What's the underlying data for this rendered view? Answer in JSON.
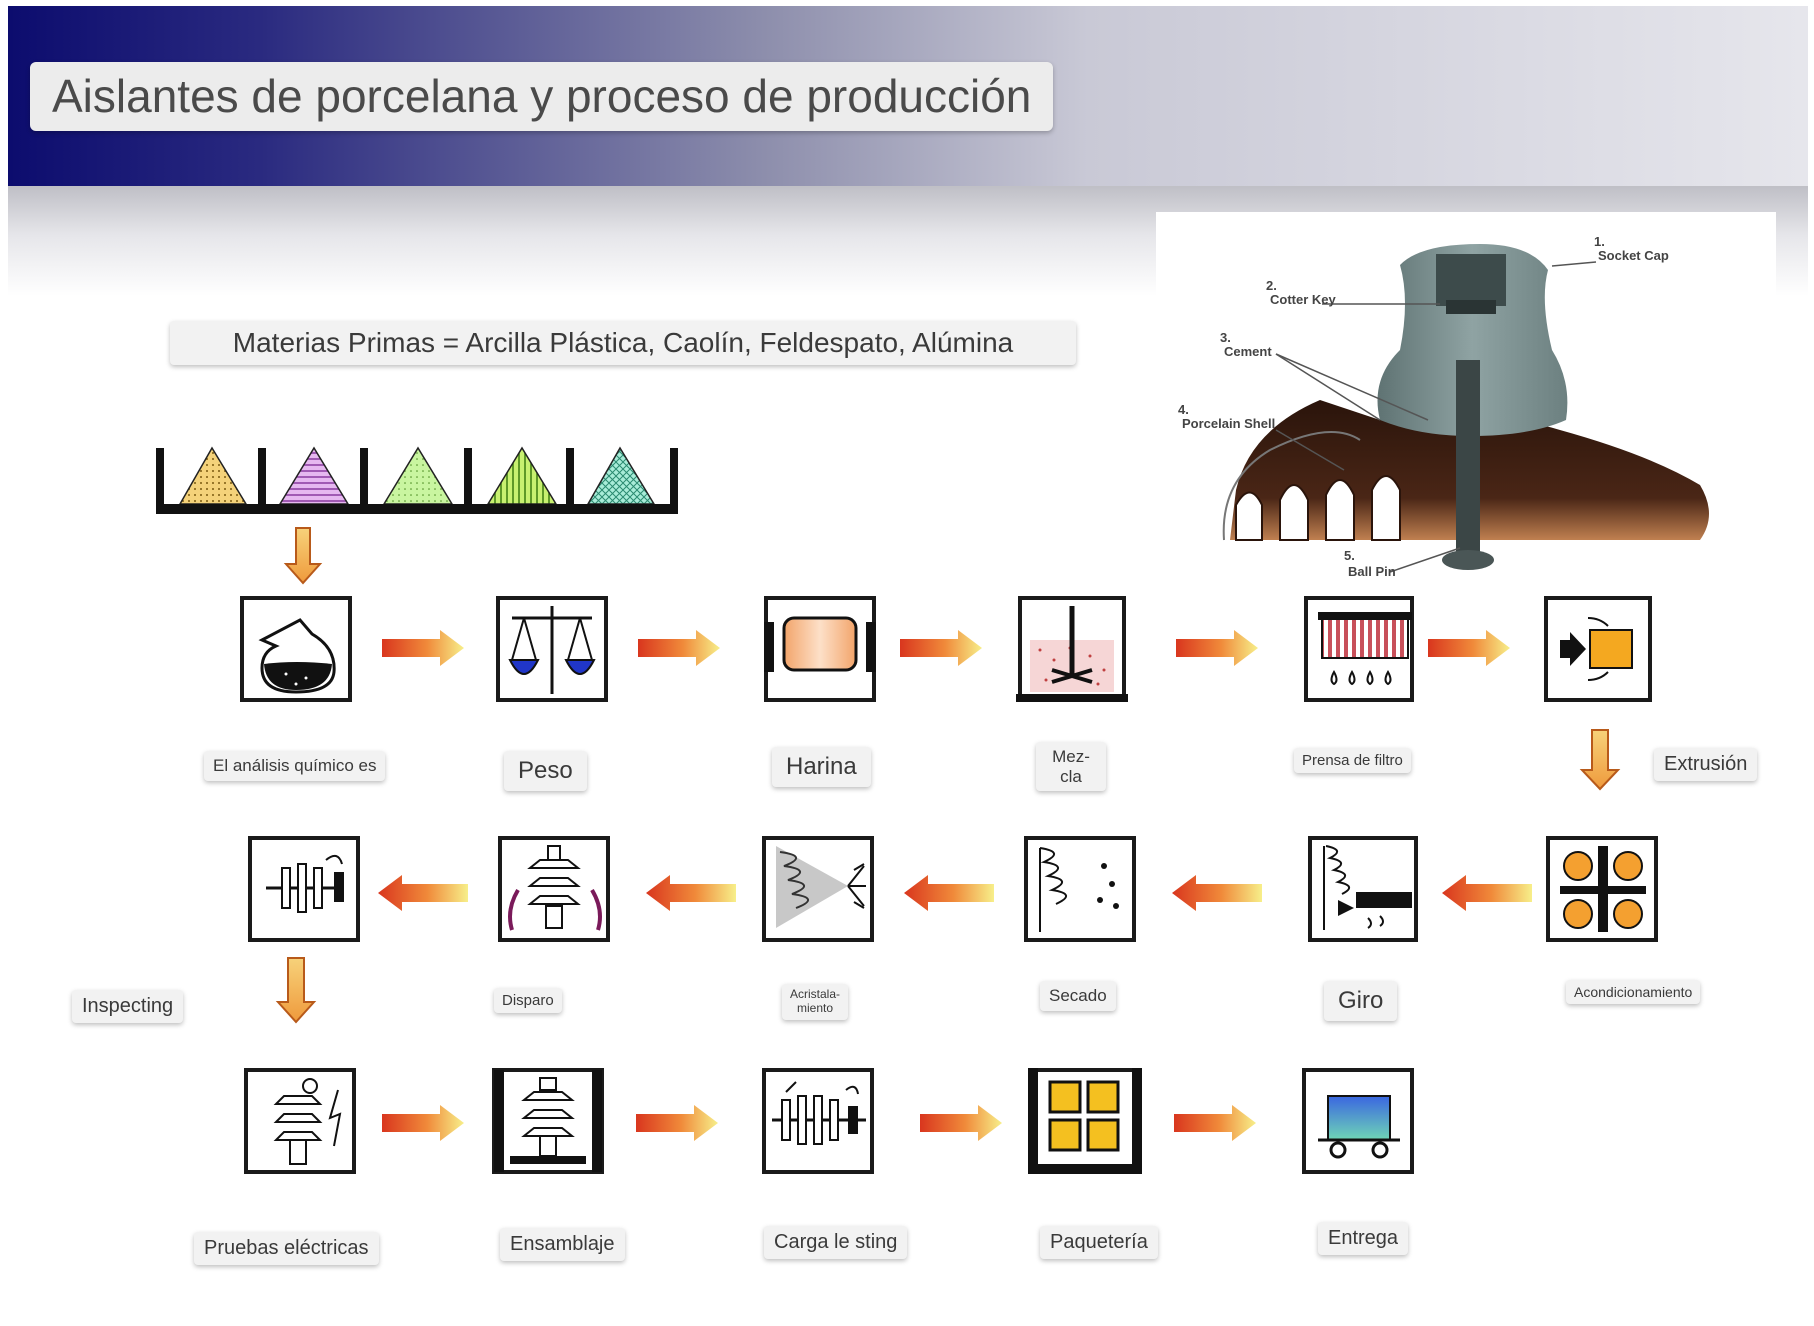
{
  "title": "Aislantes de porcelana y proceso de producción",
  "raw_materials": "Materias Primas = Arcilla Plástica, Caolín, Feldespato, Alúmina",
  "insulator_callouts": [
    {
      "num": "1.",
      "text": "Socket Cap"
    },
    {
      "num": "2.",
      "text": "Cotter Key"
    },
    {
      "num": "3.",
      "text": "Cement"
    },
    {
      "num": "4.",
      "text": "Porcelain Shell"
    },
    {
      "num": "5.",
      "text": "Ball Pin"
    }
  ],
  "steps": {
    "analisis": "El análisis químico es",
    "peso": "Peso",
    "harina": "Harina",
    "mezcla_1": "Mez-",
    "mezcla_2": "cla",
    "prensa": "Prensa de filtro",
    "extrusion": "Extrusión",
    "acondicionamiento": "Acondicionamiento",
    "giro": "Giro",
    "secado": "Secado",
    "acristalamiento_1": "Acristala-",
    "acristalamiento_2": "miento",
    "disparo": "Disparo",
    "inspecting": "Inspecting",
    "pruebas": "Pruebas eléctricas",
    "ensamblaje": "Ensamblaje",
    "carga": "Carga le sting",
    "paqueteria": "Paquetería",
    "entrega": "Entrega"
  },
  "colors": {
    "header_dark": "#0c0c6e",
    "arrow_start": "#d9361e",
    "arrow_end": "#f7ef8a",
    "insulator_cap": "#7f9292",
    "insulator_shell": "#3b1e12"
  }
}
